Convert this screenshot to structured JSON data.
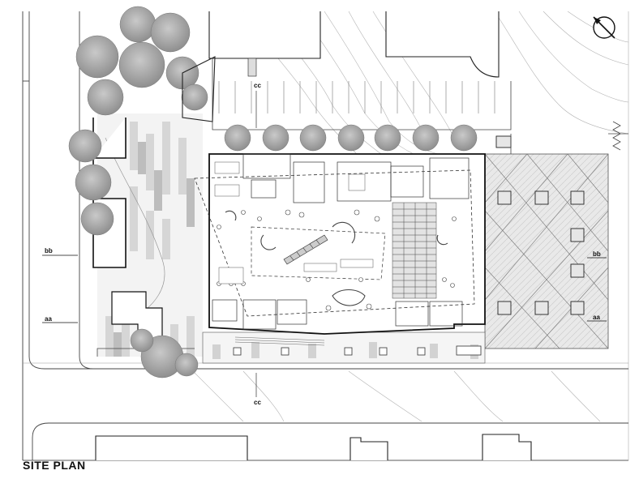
{
  "drawing": {
    "title": "SITE PLAN",
    "section_marks": {
      "aa": "aa",
      "bb": "bb",
      "cc": "cc"
    },
    "north_arrow": "north-arrow-icon"
  }
}
